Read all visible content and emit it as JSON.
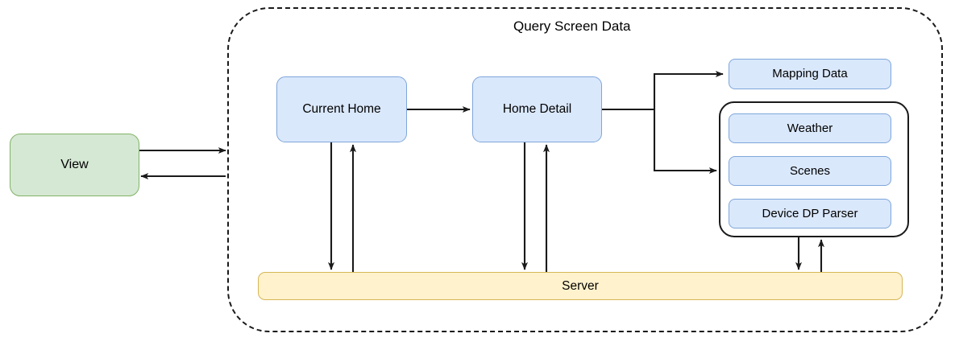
{
  "diagram": {
    "title": "Query Screen Data",
    "type": "flow-diagram",
    "colors": {
      "blue_fill": "#dae8fc",
      "blue_stroke": "#7ea6d9",
      "green_fill": "#d5e8d4",
      "green_stroke": "#82b366",
      "yellow_fill": "#fff2cc",
      "yellow_stroke": "#d6b656",
      "edge_stroke": "#1a1a1a",
      "region_stroke": "#1a1a1a"
    },
    "region": {
      "label": "Query Screen Data",
      "style": "dashed-rounded-rect"
    },
    "nodes": {
      "view": "View",
      "current_home": "Current Home",
      "home_detail": "Home Detail",
      "mapping_data": "Mapping Data",
      "weather": "Weather",
      "scenes": "Scenes",
      "device_dp_parser": "Device DP Parser",
      "server": "Server"
    },
    "edges": [
      {
        "from": "View",
        "to": "Query Screen Data",
        "direction": "forward"
      },
      {
        "from": "Query Screen Data",
        "to": "View",
        "direction": "forward"
      },
      {
        "from": "Current Home",
        "to": "Home Detail",
        "direction": "forward"
      },
      {
        "from": "Current Home",
        "to": "Server",
        "direction": "forward"
      },
      {
        "from": "Server",
        "to": "Current Home",
        "direction": "forward"
      },
      {
        "from": "Home Detail",
        "to": "Server",
        "direction": "forward"
      },
      {
        "from": "Server",
        "to": "Home Detail",
        "direction": "forward"
      },
      {
        "from": "Home Detail",
        "to": "Mapping Data",
        "direction": "forward"
      },
      {
        "from": "Home Detail",
        "to": "Parser Group",
        "direction": "forward"
      },
      {
        "from": "Parser Group",
        "to": "Server",
        "direction": "forward"
      },
      {
        "from": "Server",
        "to": "Parser Group",
        "direction": "forward"
      }
    ]
  }
}
